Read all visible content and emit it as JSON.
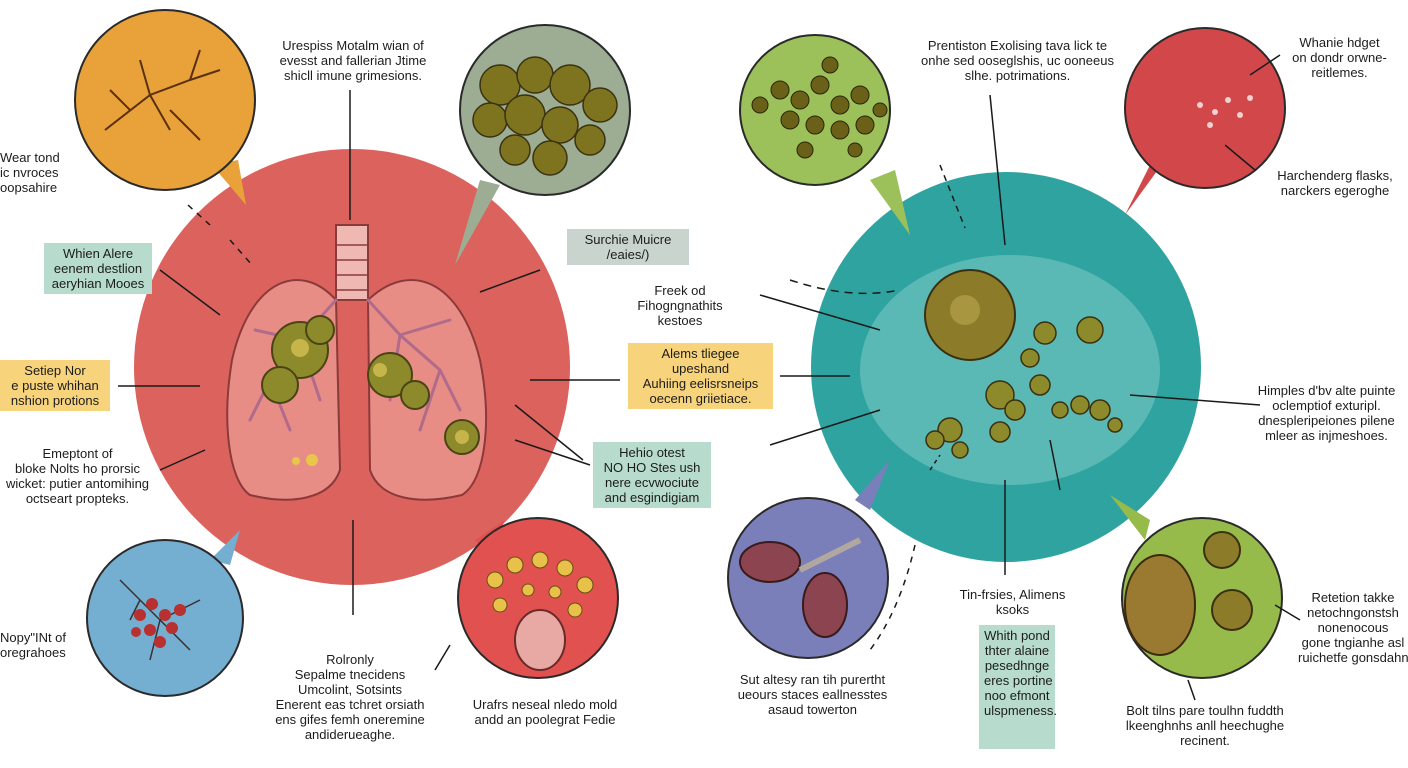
{
  "colors": {
    "left_main_circle": "#dc625d",
    "right_main_circle": "#2fa3a0",
    "orange_bubble": "#e9a13a",
    "sage_bubble": "#9cad94",
    "light_green_bubble": "#9cc05a",
    "red_bubble": "#d2484a",
    "blue_bubble": "#74aed0",
    "coral_bubble": "#e1514f",
    "purple_bubble": "#7b7fb9",
    "lime_bubble": "#96bb4a",
    "green_label_box": "#b7dccd",
    "yellow_label_box": "#f7d37c"
  },
  "labels": {
    "top_center": [
      "Urespiss Motalm wian of",
      "evesst and fallerian Jtime",
      "shicll imune grimesions."
    ],
    "wear": [
      "Wear tond",
      "ic nvroces",
      "oopsahire"
    ],
    "when_alere": [
      "Whien Alere",
      "eenem destlion",
      "aeryhian Mooes"
    ],
    "setiep": [
      "Setiep Nor",
      "e puste whihan",
      "nshion protions"
    ],
    "emeptont": [
      "Emeptont of",
      "bloke Nolts ho prorsic",
      "wicket: putier antomihing",
      "octseart propteks."
    ],
    "nopy": [
      "Nopy\"INt of",
      "oregrahoes"
    ],
    "rolronly": [
      "Rolronly",
      "Sepalme tnecidens",
      "Umcolint, Sotsints",
      "Enerent eas tchret orsiath",
      "ens gifes femh oneremine",
      "andiderueaghe."
    ],
    "urafrs": [
      "Urafrs neseal nledo mold",
      "andd an poolegrat Fedie"
    ],
    "surchie": [
      "Surchie Muicre",
      "/eaies/)"
    ],
    "freek": [
      "Freek od",
      "Fihogngnathits",
      "kestoes"
    ],
    "alems": [
      "Alems tliegee",
      "upeshand",
      "Auhiing eelisrsneips",
      "oecenn griietiace."
    ],
    "hehio": [
      "Hehio otest",
      "NO HO Stes ush",
      "nere ecvwociute",
      "and esgindigiam"
    ],
    "prentiston": [
      "Prentiston Exolising tava lick te",
      "onhe sed ooseglshis, uc ooneeus",
      "slhe. potrimations."
    ],
    "whanie": [
      "Whanie hdget",
      "on dondr orwne-",
      "reitlemes."
    ],
    "harchenderg": [
      "Harchenderg flasks,",
      "narckers egeroghe"
    ],
    "himples": [
      "Himples d'bv alte puinte",
      "oclemptiof exturipl.",
      "dnespleripeiones pilene",
      "mleer as injmeshoes."
    ],
    "sut_altesy": [
      "Sut altesy ran tih purertht",
      "ueours staces eallnesstes",
      "asaud towerton"
    ],
    "tin_frsies": [
      "Tin-frsies, Alimens",
      "ksoks"
    ],
    "whith_pond": [
      "Whith pond",
      "thter alaine",
      "pesedhnge",
      "eres portine",
      "noo efmont",
      "ulspmeness."
    ],
    "retetion": [
      "Retetion takke",
      "netochngonstsh",
      "nonenocous",
      "gone tngianhe asl",
      "ruichetfe gonsdahne"
    ],
    "bolt": [
      "Bolt tilns pare toulhn fuddth",
      "lkeenghnhs anll heechughe",
      "recinent."
    ]
  }
}
